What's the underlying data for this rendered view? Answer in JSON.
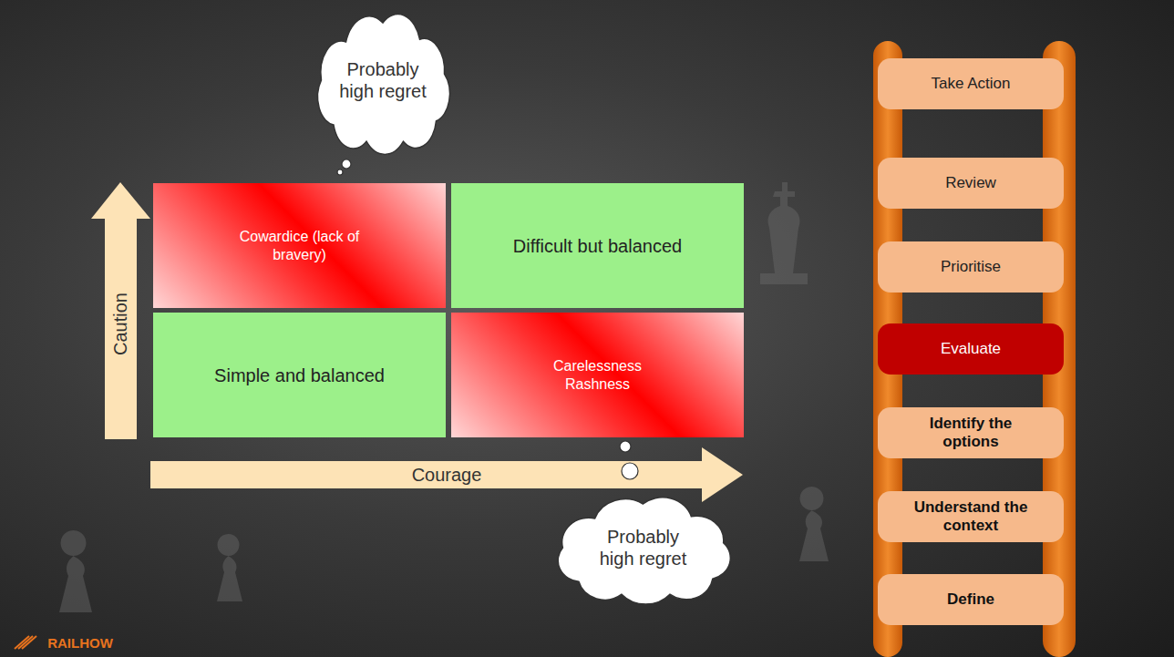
{
  "diagram": {
    "nodes": [
      {
        "text": [
          "Probably high regret"
        ]
      },
      {
        "text": [
          "Cowardice (lack of bravery)"
        ]
      },
      {
        "text": [
          "Difficult but balanced"
        ]
      },
      {
        "text": [
          "Simple and balanced"
        ]
      },
      {
        "text": [
          "Carelessness Rashness"
        ]
      },
      {
        "text": [
          "Probably high regret"
        ]
      },
      {
        "text": [
          "Take Action"
        ]
      },
      {
        "text": [
          "Review"
        ]
      },
      {
        "text": [
          "Prioritise"
        ]
      },
      {
        "text": [
          "Evaluate"
        ]
      },
      {
        "text": [
          "Identify the options"
        ]
      },
      {
        "text": [
          "Understand the context"
        ]
      },
      {
        "text": [
          "Define"
        ]
      }
    ],
    "labels": [
      "Caution",
      "Courage",
      "RAILHOW"
    ]
  }
}
